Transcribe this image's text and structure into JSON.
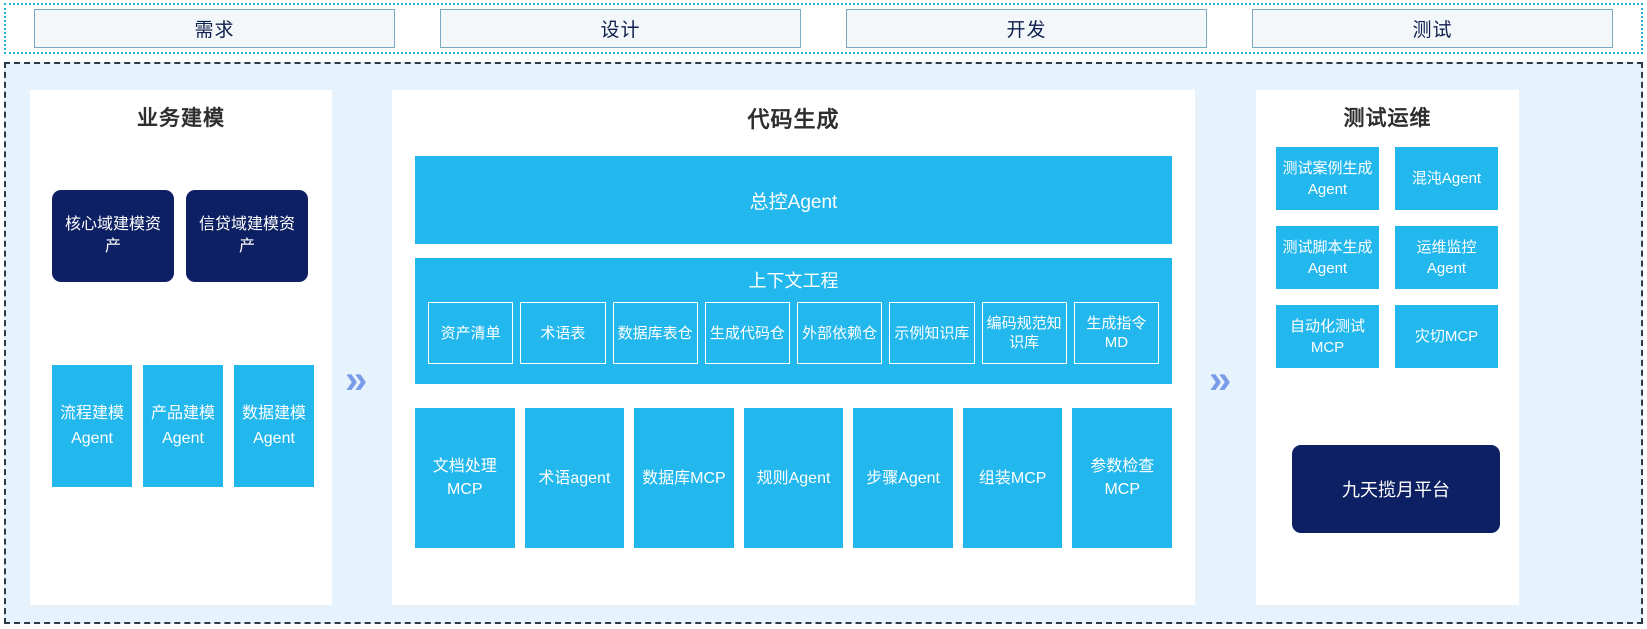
{
  "phases": [
    {
      "label": "需求"
    },
    {
      "label": "设计"
    },
    {
      "label": "开发"
    },
    {
      "label": "测试"
    }
  ],
  "arrows": {
    "glyph_1": "»",
    "glyph_2": "»"
  },
  "business_panel": {
    "title": "业务建模",
    "assets": [
      {
        "label": "核心域建模资产"
      },
      {
        "label": "信贷域建模资产"
      }
    ],
    "agents": [
      {
        "label": "流程建模Agent"
      },
      {
        "label": "产品建模Agent"
      },
      {
        "label": "数据建模Agent"
      }
    ]
  },
  "codegen_panel": {
    "title": "代码生成",
    "master_agent": "总控Agent",
    "context_engineering": {
      "title": "上下文工程",
      "items": [
        {
          "label": "资产清单"
        },
        {
          "label": "术语表"
        },
        {
          "label": "数据库表仓"
        },
        {
          "label": "生成代码仓"
        },
        {
          "label": "外部依赖仓"
        },
        {
          "label": "示例知识库"
        },
        {
          "label": "编码规范知识库"
        },
        {
          "label": "生成指令MD"
        }
      ]
    },
    "tools": [
      {
        "label": "文档处理MCP"
      },
      {
        "label": "术语agent"
      },
      {
        "label": "数据库MCP"
      },
      {
        "label": "规则Agent"
      },
      {
        "label": "步骤Agent"
      },
      {
        "label": "组装MCP"
      },
      {
        "label": "参数检查MCP"
      }
    ]
  },
  "testops_panel": {
    "title": "测试运维",
    "items": [
      {
        "label": "测试案例生成Agent"
      },
      {
        "label": "混沌Agent"
      },
      {
        "label": "测试脚本生成Agent"
      },
      {
        "label": "运维监控Agent"
      },
      {
        "label": "自动化测试MCP"
      },
      {
        "label": "灾切MCP"
      }
    ],
    "platform": "九天揽月平台"
  },
  "colors": {
    "accent_blue": "#22b7ed",
    "deep_navy": "#0d2063",
    "arrow_blue": "#7a9ce8",
    "canvas_blue": "#e6f3fc",
    "phase_border": "#79aac2"
  }
}
